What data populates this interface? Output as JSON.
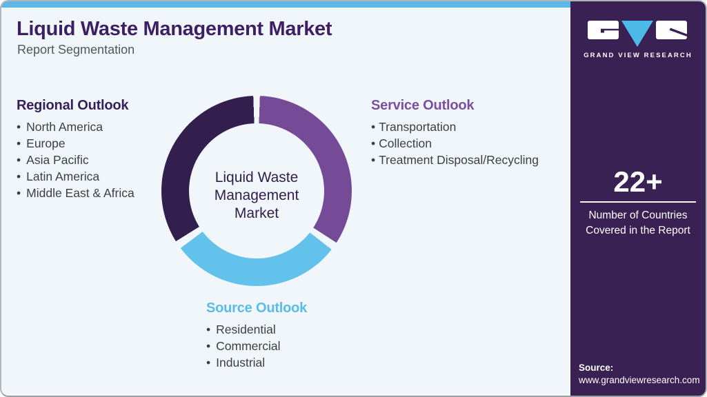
{
  "header": {
    "title": "Liquid Waste Management Market",
    "subtitle": "Report Segmentation"
  },
  "donut_center": {
    "line1": "Liquid Waste",
    "line2": "Management",
    "line3": "Market"
  },
  "sections": {
    "regional": {
      "heading": "Regional Outlook",
      "items": [
        "North America",
        "Europe",
        "Asia Pacific",
        "Latin America",
        "Middle East & Africa"
      ]
    },
    "service": {
      "heading": "Service Outlook",
      "items": [
        "Transportation",
        "Collection",
        "Treatment Disposal/Recycling"
      ]
    },
    "source": {
      "heading": "Source Outlook",
      "items": [
        "Residential",
        "Commercial",
        "Industrial"
      ]
    }
  },
  "sidebar": {
    "brand_name": "GRAND VIEW RESEARCH",
    "stat_value": "22+",
    "stat_caption": "Number of Countries Covered in the Report",
    "source_label": "Source:",
    "source_url": "www.grandviewresearch.com"
  },
  "colors": {
    "sidebar_purple": "#3A2153",
    "top_strip_blue": "#5CB7E9",
    "title_purple": "#3D1F63",
    "segment_purple": "#754B98",
    "segment_blue": "#63C2EC",
    "segment_dark": "#321F4D",
    "heading_regional": "#35205A",
    "heading_service": "#7B4FA0",
    "heading_source": "#58BCE9",
    "logo_v_blue": "#4DB9E9"
  },
  "chart_data": {
    "type": "pie",
    "subtype": "donut",
    "title": "Liquid Waste Management Market — Report Segmentation",
    "center_label": "Liquid Waste Management Market",
    "hole_ratio": 0.71,
    "values_shown": false,
    "segments": [
      {
        "label": "Service Outlook",
        "color": "#754B98",
        "arc_deg": [
          2,
          123
        ],
        "share_pct": 33.8
      },
      {
        "label": "Source Outlook",
        "color": "#63C2EC",
        "arc_deg": [
          128,
          233
        ],
        "share_pct": 29.2
      },
      {
        "label": "Regional Outlook",
        "color": "#321F4D",
        "arc_deg": [
          238,
          358
        ],
        "share_pct": 33.3
      }
    ],
    "legend_position": "around-donut"
  }
}
